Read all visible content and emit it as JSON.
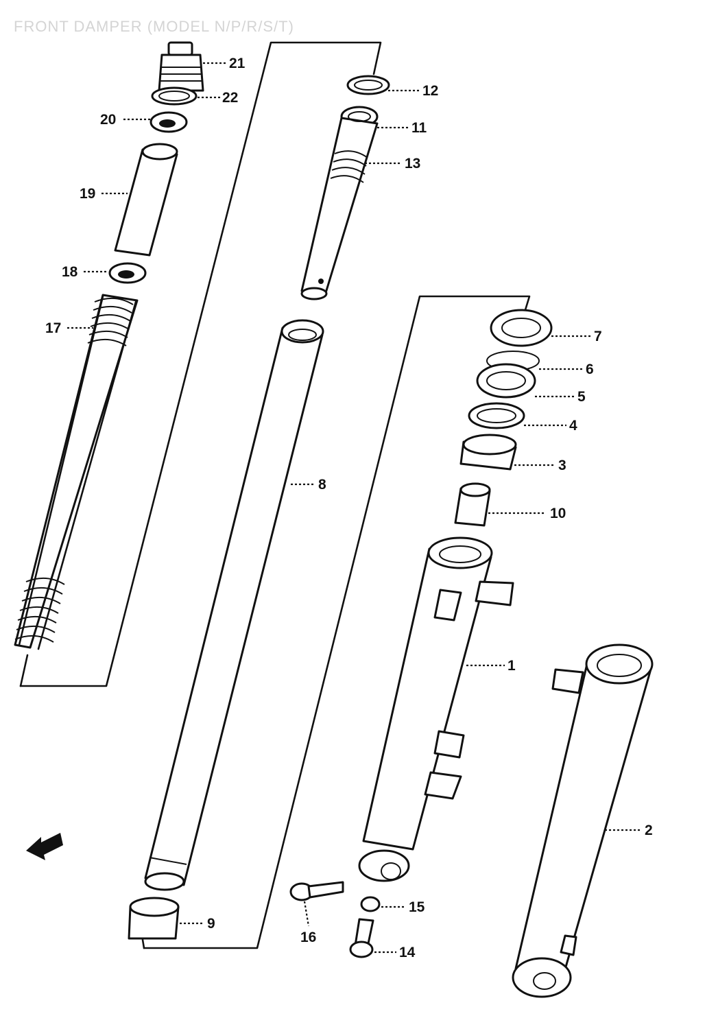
{
  "title": "FRONT DAMPER (MODEL N/P/R/S/T)",
  "parts": [
    {
      "id": "p1",
      "label": "1"
    },
    {
      "id": "p2",
      "label": "2"
    },
    {
      "id": "p3",
      "label": "3"
    },
    {
      "id": "p4",
      "label": "4"
    },
    {
      "id": "p5",
      "label": "5"
    },
    {
      "id": "p6",
      "label": "6"
    },
    {
      "id": "p7",
      "label": "7"
    },
    {
      "id": "p8",
      "label": "8"
    },
    {
      "id": "p9",
      "label": "9"
    },
    {
      "id": "p10",
      "label": "10"
    },
    {
      "id": "p11",
      "label": "11"
    },
    {
      "id": "p12",
      "label": "12"
    },
    {
      "id": "p13",
      "label": "13"
    },
    {
      "id": "p14",
      "label": "14"
    },
    {
      "id": "p15",
      "label": "15"
    },
    {
      "id": "p16",
      "label": "16"
    },
    {
      "id": "p17",
      "label": "17"
    },
    {
      "id": "p18",
      "label": "18"
    },
    {
      "id": "p19",
      "label": "19"
    },
    {
      "id": "p20",
      "label": "20"
    },
    {
      "id": "p21",
      "label": "21"
    },
    {
      "id": "p22",
      "label": "22"
    }
  ],
  "icons": {
    "front_arrow": "front-direction-arrow-icon"
  }
}
